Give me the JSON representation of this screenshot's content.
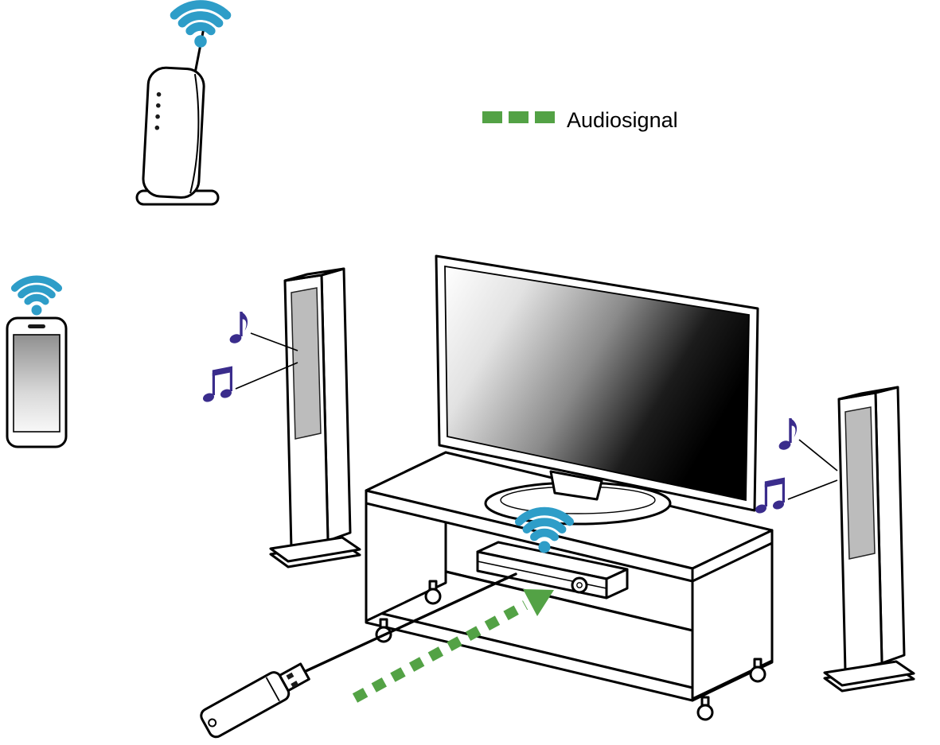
{
  "legend": {
    "label": "Audiosignal",
    "dash_count": 3
  },
  "colors": {
    "wifi": "#2e9dc8",
    "note": "#3a2c8c",
    "signal": "#53a245",
    "outline": "#000000",
    "grille": "#bcbcbc"
  },
  "icons": {
    "wifi": "wifi-icon",
    "music_note_single": "eighth-note-icon",
    "music_note_double": "beamed-notes-icon",
    "audio_signal": "green-dashed-arrow-icon"
  },
  "figures": {
    "router": "wireless-router",
    "smartphone": "smartphone",
    "speaker_left": "floor-standing-speaker",
    "speaker_right": "floor-standing-speaker",
    "tv": "flat-screen-tv",
    "tv_stand": "tv-stand-with-casters",
    "receiver": "network-audio-receiver",
    "usb_adapter": "usb-adapter"
  }
}
